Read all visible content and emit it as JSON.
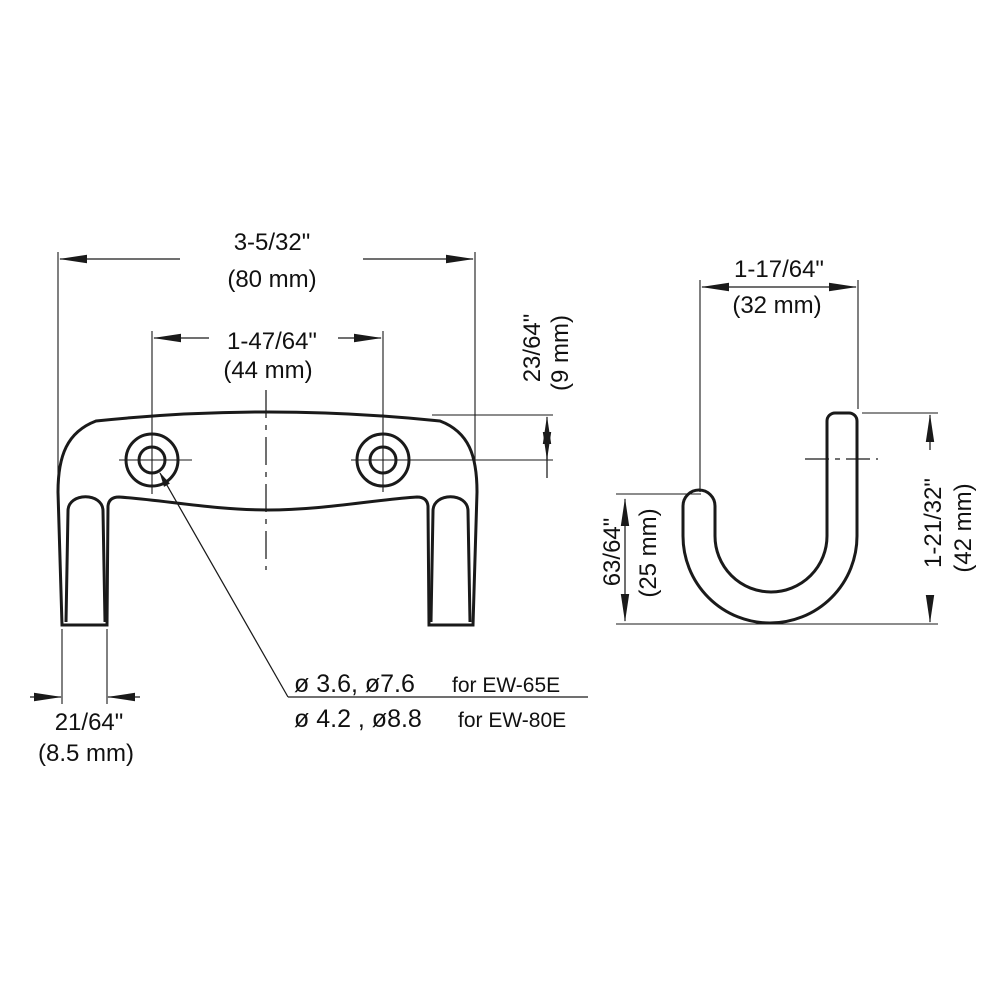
{
  "drawing": {
    "front_view": {
      "dim_overall_width": {
        "inch": "3-5/32\"",
        "mm": "(80 mm)"
      },
      "dim_hole_spacing": {
        "inch": "1-47/64\"",
        "mm": "(44 mm)"
      },
      "dim_hole_offset_from_top": {
        "inch": "23/64\"",
        "mm": "(9 mm)"
      },
      "dim_leg_width": {
        "inch": "21/64\"",
        "mm": "(8.5 mm)"
      },
      "hole_note_line1": {
        "diameters": "ø 3.6, ø7.6",
        "model": "for EW-65E"
      },
      "hole_note_line2": {
        "diameters": "ø 4.2 , ø8.8",
        "model": "for EW-80E"
      }
    },
    "side_view": {
      "dim_depth": {
        "inch": "1-17/64\"",
        "mm": "(32 mm)"
      },
      "dim_hook_opening_height": {
        "inch": "63/64\"",
        "mm": "(25 mm)"
      },
      "dim_overall_height": {
        "inch": "1-21/32\"",
        "mm": "(42 mm)"
      }
    },
    "colors": {
      "part_fill": "#e6f2fc",
      "line_color": "#1a1a1a"
    }
  }
}
